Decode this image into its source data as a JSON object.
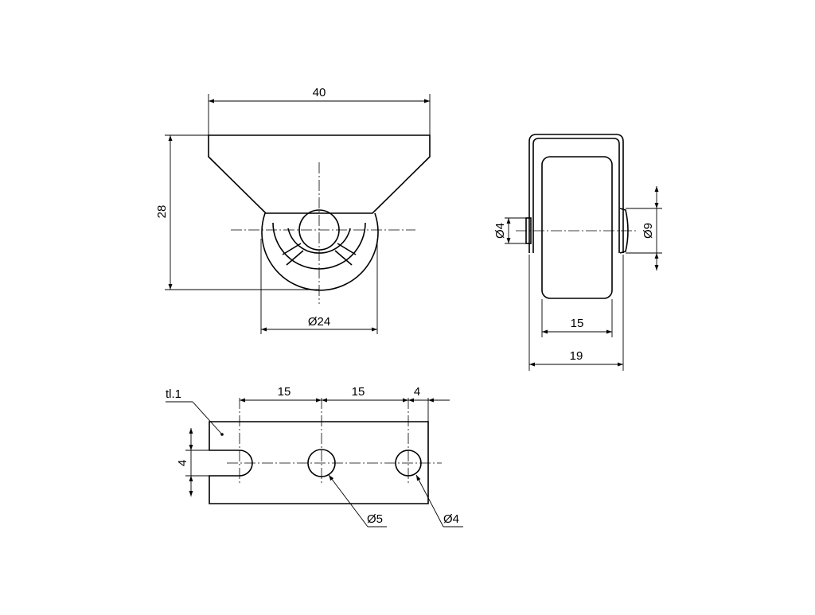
{
  "views": {
    "front": {
      "width": "40",
      "height": "28",
      "wheel_diameter": "Ø24"
    },
    "side": {
      "axle_diameter": "Ø4",
      "hub_diameter": "Ø9",
      "wheel_width": "15",
      "overall_width": "19"
    },
    "plate": {
      "thickness": "tl.1",
      "hole_spacing_1": "15",
      "hole_spacing_2": "15",
      "edge_offset": "4",
      "slot_width": "4",
      "hole_diameter_large": "Ø5",
      "hole_diameter_small": "Ø4"
    }
  }
}
